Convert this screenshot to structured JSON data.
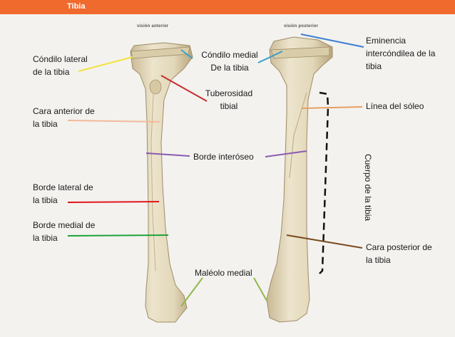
{
  "header": {
    "title": "Tibia"
  },
  "views": {
    "anterior": "visión anterior",
    "posterior": "visión posterior"
  },
  "labels": {
    "condilo_lateral": "Cóndilo  lateral\nde la tibia",
    "cara_anterior": "Cara anterior de\nla tibia",
    "borde_lateral": "Borde lateral de\nla tibia",
    "borde_medial": "Borde medial de\nla tibia",
    "condilo_medial": "Cóndilo medial\nDe la tibia",
    "tuberosidad": "Tuberosidad\ntibial",
    "borde_interoseo": "Borde interóseo",
    "maleolo_medial": "Maléolo medial",
    "eminencia": "Eminencia\nintercóndilea de la\ntibia",
    "linea_soleo": "Línea del sóleo",
    "cara_posterior": "Cara posterior de\nla tibia",
    "cuerpo": "Cuerpo de la tibia"
  },
  "colors": {
    "header": "#f16a2d",
    "condilo_lateral_line": "#f2e33a",
    "cara_anterior_line": "#f3b99a",
    "borde_lateral_line": "#e0161c",
    "borde_medial_line": "#1fa23a",
    "condilo_medial_line": "#3a9fc7",
    "tuberosidad_line": "#c62f2f",
    "borde_interoseo_line": "#8a5ab0",
    "maleolo_line": "#8fb84b",
    "eminencia_line": "#3f7fd0",
    "linea_soleo_line": "#e8a060",
    "cara_posterior_line": "#7a4a1e",
    "bone_fill": "#e6dcc0",
    "bone_shadow": "#bfae86"
  }
}
